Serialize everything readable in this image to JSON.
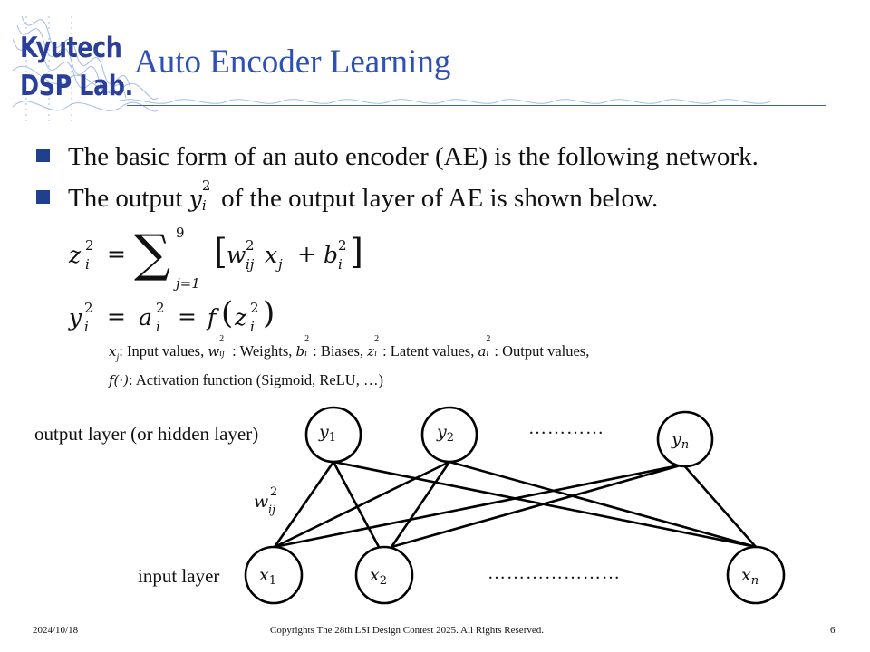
{
  "logo": {
    "line1": "Kyutech",
    "line2": "DSP Lab."
  },
  "title": "Auto Encoder Learning",
  "bullets": [
    "The basic form of an auto encoder (AE) is the following network.",
    {
      "pre": "The output ",
      "var": "y",
      "sub": "i",
      "sup": "2",
      "post": " of the output layer of AE is shown below."
    }
  ],
  "equations": {
    "eq1": "z_i^2 = Σ_{j=1}^{9} [ w_ij^2 x_j + b_i^2 ]",
    "sum_upper": "9",
    "sum_lower": "j=1",
    "eq2": "y_i^2 = a_i^2 = f(z_i^2)"
  },
  "legend": {
    "line1": [
      {
        "sym": "x",
        "sub": "j",
        "text": ": Input values, "
      },
      {
        "sym": "w",
        "sub": "ij",
        "sup": "2",
        "text": ": Weights, "
      },
      {
        "sym": "b",
        "sub": "i",
        "sup": "2",
        "text": ": Biases, "
      },
      {
        "sym": "z",
        "sub": "i",
        "sup": "2",
        "text": ": Latent values, "
      },
      {
        "sym": "a",
        "sub": "i",
        "sup": "2",
        "text": ": Output values,"
      }
    ],
    "line2_sym": "f(·)",
    "line2_text": ": Activation function (Sigmoid, ReLU, …)"
  },
  "network": {
    "output_layer_label": "output layer (or hidden layer)",
    "input_layer_label": "input layer",
    "weight_label": {
      "sym": "w",
      "sub": "ij",
      "sup": "2"
    },
    "output_nodes": [
      {
        "sym": "y",
        "sub": "1"
      },
      {
        "sym": "y",
        "sub": "2"
      },
      {
        "sym": "y",
        "sub": "n"
      }
    ],
    "input_nodes": [
      {
        "sym": "x",
        "sub": "1"
      },
      {
        "sym": "x",
        "sub": "2"
      },
      {
        "sym": "x",
        "sub": "n"
      }
    ],
    "output_dots": "…………",
    "input_dots": "…………………"
  },
  "footer": {
    "date": "2024/10/18",
    "copyright": "Copyrights The 28th LSI Design Contest 2025.  All Rights Reserved.",
    "page": "6"
  },
  "colors": {
    "title": "#2d4fb8",
    "logo": "#2a3f9a",
    "bullet": "#1f3f8f",
    "rule": "#3a5fc4"
  }
}
